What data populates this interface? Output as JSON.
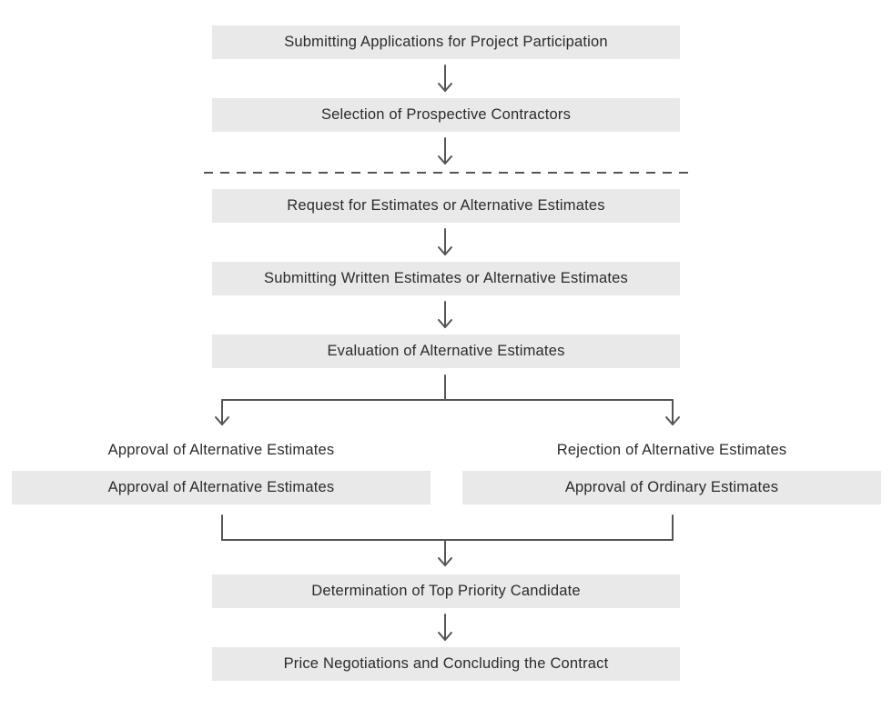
{
  "flow": {
    "step1": "Submitting Applications for Project Participation",
    "step2": "Selection of Prospective Contractors",
    "step3": "Request for Estimates or Alternative Estimates",
    "step4": "Submitting Written Estimates or Alternative Estimates",
    "step5": "Evaluation of Alternative Estimates",
    "branch_left": {
      "heading": "Approval of Alternative Estimates",
      "box": "Approval of Alternative Estimates"
    },
    "branch_right": {
      "heading": "Rejection of Alternative Estimates",
      "box": "Approval of Ordinary Estimates"
    },
    "step6": "Determination of Top Priority Candidate",
    "step7": "Price Negotiations and Concluding the Contract"
  },
  "colors": {
    "box_fill": "#e9e9e9",
    "line": "#555555",
    "text": "#2b2b2b"
  }
}
